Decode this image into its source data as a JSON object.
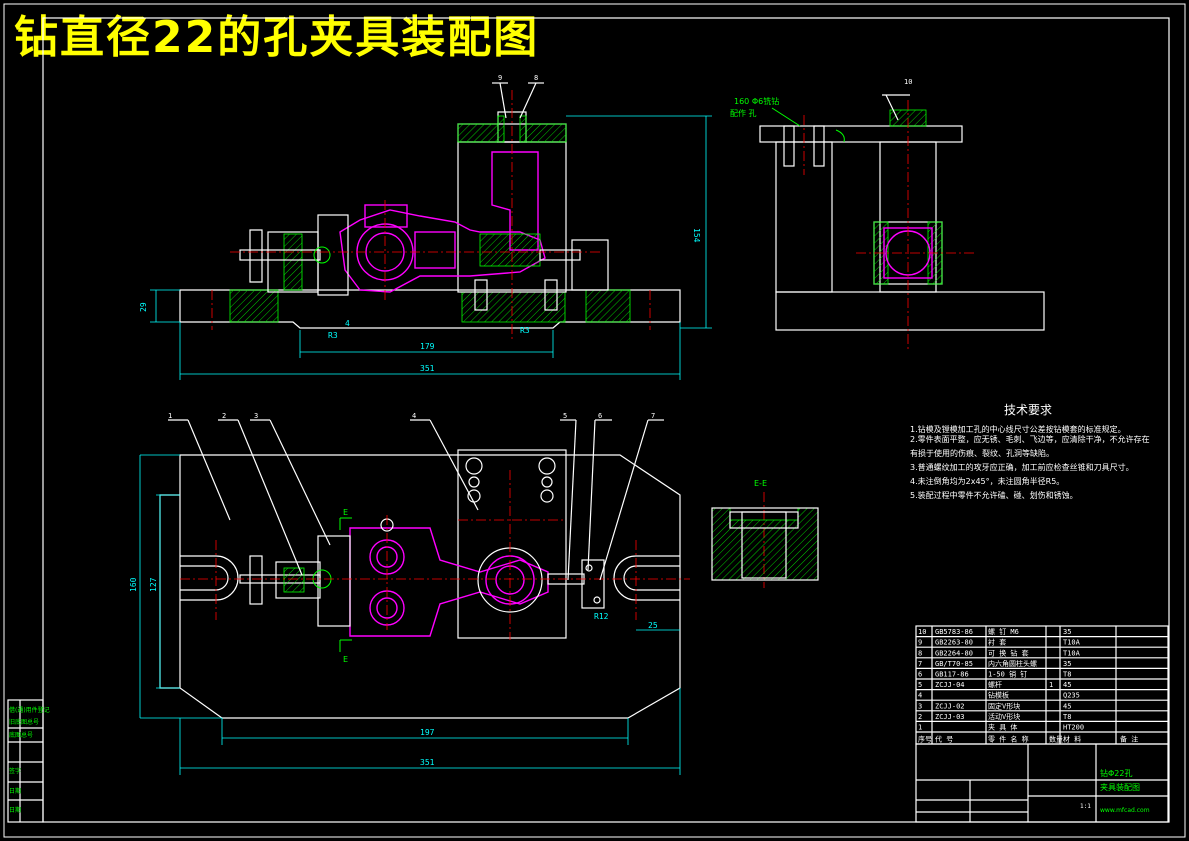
{
  "title": "钻直径22的孔夹具装配图",
  "balloons": [
    "1",
    "2",
    "3",
    "4",
    "5",
    "6",
    "7",
    "8",
    "9",
    "10"
  ],
  "dims_front": {
    "h1": "154",
    "h2": "29",
    "w1": "179",
    "w2": "351",
    "r1": "R3",
    "r2": "R3",
    "d": "4"
  },
  "dims_top": {
    "w1": "197",
    "w2": "351",
    "h1": "160",
    "h2": "127",
    "r": "R12",
    "s": "25"
  },
  "section": {
    "label": "E-E",
    "cut1": "E",
    "cut2": "E"
  },
  "side_note": {
    "line1": "160 Φ6铣钻",
    "line2": "配作   孔"
  },
  "tech": {
    "heading": "技术要求",
    "items": [
      "1.钻模及镗模加工孔的中心线尺寸公差按钻模套的标准规定。",
      "2.零件表面平整，应无锈、毛刺、飞边等，应清除干净，不允许存在",
      "有损于使用的伤痕、裂纹、孔洞等缺陷。",
      "3.普通螺纹加工的攻牙应正确，加工前应检查丝锥和刀具尺寸。",
      "4.未注倒角均为2x45°，未注圆角半径R5。",
      "5.装配过程中零件不允许磕、碰、划伤和锈蚀。"
    ]
  },
  "bom": {
    "rows": [
      {
        "no": "10",
        "code": "GB5783-86",
        "name": "螺 钉 M6",
        "qty": "",
        "mat": "35",
        "note": ""
      },
      {
        "no": "9",
        "code": "GB2263-80",
        "name": "衬 套",
        "qty": "",
        "mat": "T10A",
        "note": ""
      },
      {
        "no": "8",
        "code": "GB2264-80",
        "name": "可 换 钻 套",
        "qty": "",
        "mat": "T10A",
        "note": ""
      },
      {
        "no": "7",
        "code": "GB/T70-85",
        "name": "内六角圆柱头螺",
        "qty": "",
        "mat": "35",
        "note": ""
      },
      {
        "no": "6",
        "code": "GB117-86",
        "name": "1-50 销 钉",
        "qty": "",
        "mat": "T8",
        "note": ""
      },
      {
        "no": "5",
        "code": "ZCJJ-04",
        "name": "螺杆",
        "qty": "1",
        "mat": "45",
        "note": ""
      },
      {
        "no": "4",
        "code": "",
        "name": "钻模板",
        "qty": "",
        "mat": "Q235",
        "note": ""
      },
      {
        "no": "3",
        "code": "ZCJJ-02",
        "name": "固定V形块",
        "qty": "",
        "mat": "45",
        "note": ""
      },
      {
        "no": "2",
        "code": "ZCJJ-03",
        "name": "活动V形块",
        "qty": "",
        "mat": "T8",
        "note": ""
      },
      {
        "no": "1",
        "code": "",
        "name": "夹 具 体",
        "qty": "",
        "mat": "HT200",
        "note": ""
      }
    ],
    "header": {
      "no": "序号",
      "code": "代 号",
      "name": "零 件 名 称",
      "qty": "数量",
      "mat": "材 料",
      "note": "备 注"
    }
  },
  "title_block": {
    "drawing_name": "钻Φ22孔",
    "sub_name": "夹具装配图",
    "site": "www.mfcad.com",
    "scale": "1:1"
  },
  "left_strip": [
    "借(通)用件登记",
    "旧底图总号",
    "底图总号",
    "签字",
    "日期",
    "日期"
  ]
}
